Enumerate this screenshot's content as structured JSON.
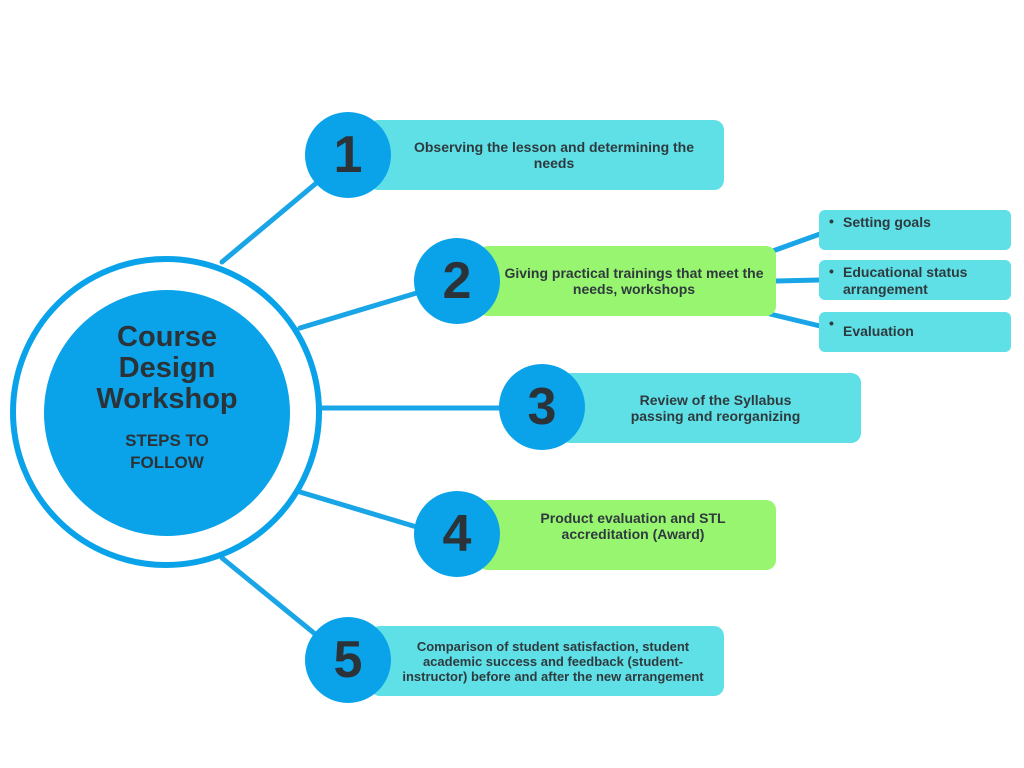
{
  "hub": {
    "title_lines": [
      "Course",
      "Design",
      "Workshop"
    ],
    "subtitle_lines": [
      "STEPS TO",
      "FOLLOW"
    ]
  },
  "steps": [
    {
      "number": "1",
      "text": "Observing the lesson and determining the needs",
      "color": "#5ee0e6"
    },
    {
      "number": "2",
      "text": "Giving practical trainings that meet the needs, workshops",
      "color": "#98f56f"
    },
    {
      "number": "3",
      "text_lines": [
        "Review of the Syllabus",
        "passing and reorganizing"
      ],
      "color": "#5ee0e6"
    },
    {
      "number": "4",
      "text": "Product evaluation and STL accreditation (Award)",
      "color": "#98f56f"
    },
    {
      "number": "5",
      "text": "Comparison of student satisfaction, student academic success and feedback (student-instructor) before and after the new arrangement",
      "color": "#5ee0e6"
    }
  ],
  "step2_subitems": [
    "Setting goals",
    "Educational status arrangement",
    "Evaluation"
  ],
  "colors": {
    "accent_blue": "#0aa3ea",
    "cyan": "#5ee0e6",
    "green": "#98f56f",
    "text": "#2b3338"
  }
}
